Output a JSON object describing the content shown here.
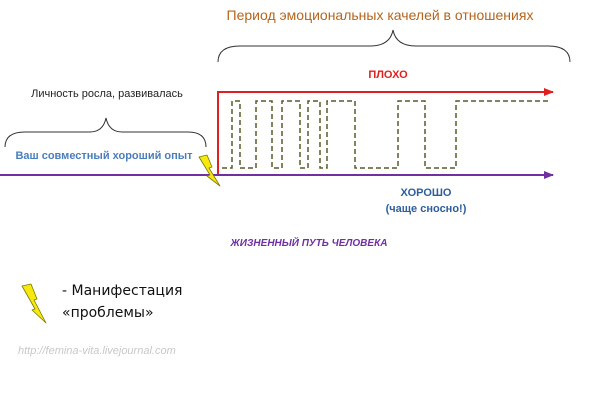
{
  "title": "Период эмоциональных качелей в отношениях",
  "bad_label": "ПЛОХО",
  "good_label": "ХОРОШО",
  "good_sublabel": "(чаще сносно!)",
  "growth_label": "Личность росла, развивалась",
  "shared_label": "Ваш совместный хороший опыт",
  "life_path_label": "ЖИЗНЕННЫЙ ПУТЬ ЧЕЛОВЕКА",
  "legend": {
    "line1": "- Манифестация",
    "line2": "«проблемы»"
  },
  "watermark": "http://femina-vita.livejournal.com",
  "icons": {
    "lightning": "lightning-icon"
  },
  "colors": {
    "title": "#b5651d",
    "bad": "#e02020",
    "good": "#2e5e9e",
    "shared_label": "#4a7ebb",
    "life_path": "#7030a0",
    "wave": "#5c5a2a",
    "lightning_fill": "#f7e80f",
    "lightning_stroke": "#7a7a00"
  }
}
